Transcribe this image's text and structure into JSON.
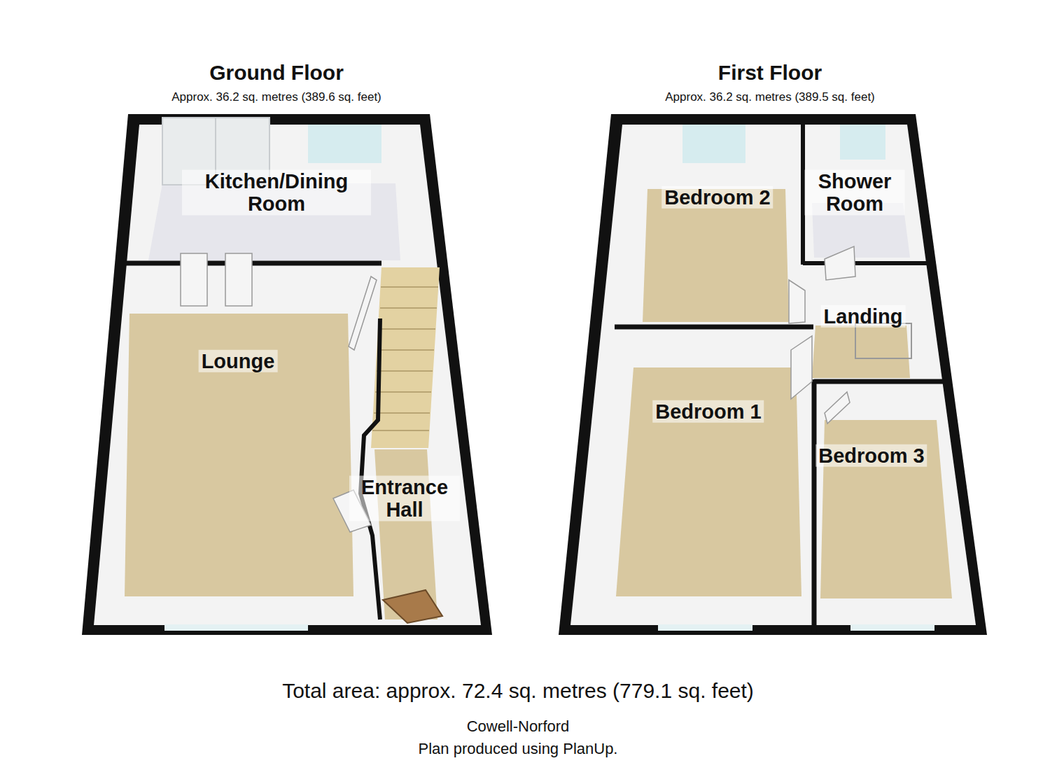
{
  "diagram": {
    "caption": "Total area: approx. 72.4 sq. metres (779.1 sq. feet)",
    "nodes": [
      {
        "text": [
          "Ground Floor",
          "Approx. 36.2 sq. metres (389.6 sq. feet)"
        ]
      },
      {
        "text": [
          "Kitchen/Dining Room"
        ],
        "in": 0
      },
      {
        "text": [
          "Lounge"
        ],
        "in": 0
      },
      {
        "text": [
          "Entrance Hall"
        ],
        "in": 0
      },
      {
        "text": [
          "First Floor",
          "Approx. 36.2 sq. metres (389.5 sq. feet)"
        ]
      },
      {
        "text": [
          "Bedroom 2"
        ],
        "in": 4
      },
      {
        "text": [
          "Shower Room"
        ],
        "in": 4
      },
      {
        "text": [
          "Landing"
        ],
        "in": 4
      },
      {
        "text": [
          "Bedroom 1"
        ],
        "in": 4
      },
      {
        "text": [
          "Bedroom 3"
        ],
        "in": 4
      }
    ],
    "labels": [
      "Cowell-Norford",
      "Plan produced using PlanUp."
    ]
  }
}
